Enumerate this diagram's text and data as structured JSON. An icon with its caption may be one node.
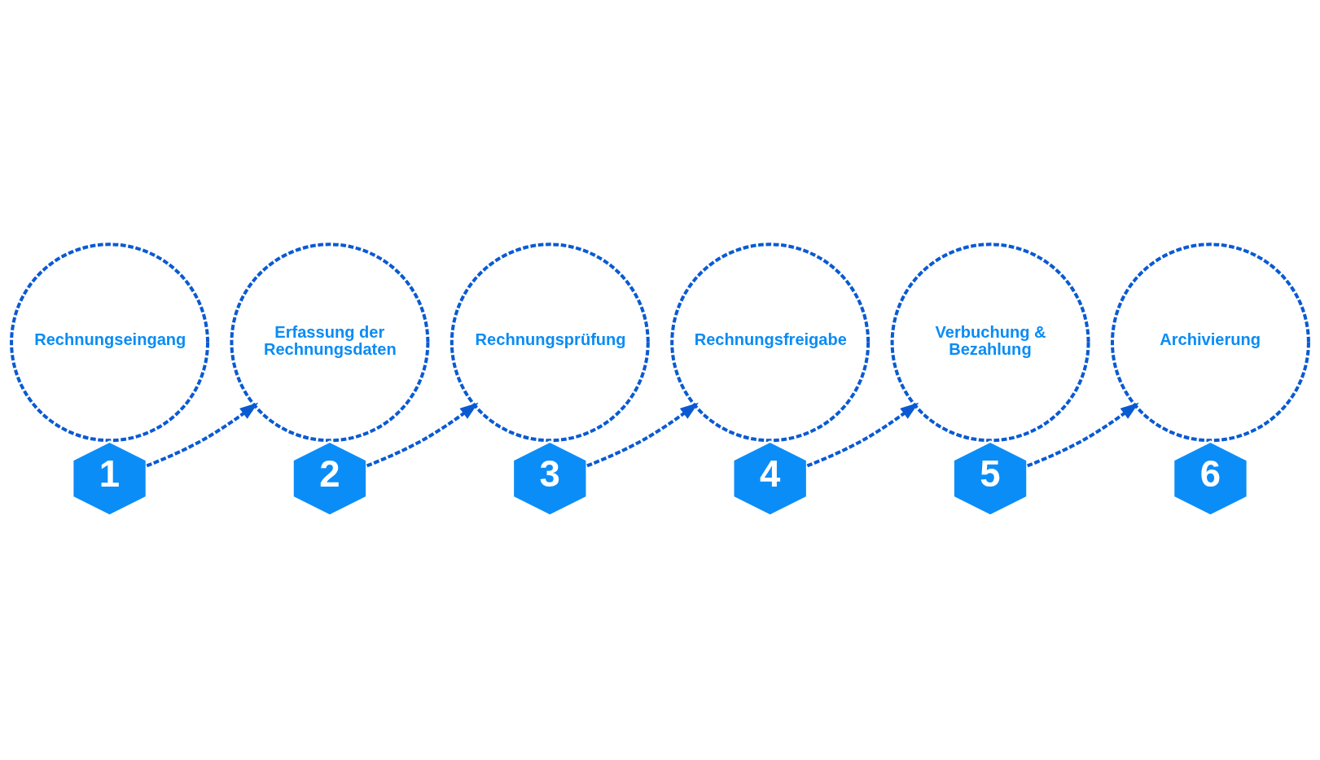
{
  "diagram": {
    "nodes": [
      {
        "text": [
          "Rechnungseingang"
        ]
      },
      {
        "text": [
          "1"
        ]
      },
      {
        "text": [
          "Erfassung der Rechnungsdaten"
        ]
      },
      {
        "text": [
          "2"
        ]
      },
      {
        "text": [
          "Rechnungsprüfung"
        ]
      },
      {
        "text": [
          "3"
        ]
      },
      {
        "text": [
          "Rechnungsfreigabe"
        ]
      },
      {
        "text": [
          "4"
        ]
      },
      {
        "text": [
          "Verbuchung & Bezahlung"
        ]
      },
      {
        "text": [
          "5"
        ]
      },
      {
        "text": [
          "Archivierung"
        ]
      },
      {
        "text": [
          "6"
        ]
      }
    ],
    "edges": [
      {
        "from": 1,
        "to": 2,
        "arrow": "to",
        "style": "dashed"
      },
      {
        "from": 3,
        "to": 4,
        "arrow": "to",
        "style": "dashed"
      },
      {
        "from": 5,
        "to": 6,
        "arrow": "to",
        "style": "dashed"
      },
      {
        "from": 7,
        "to": 8,
        "arrow": "to",
        "style": "dashed"
      },
      {
        "from": 9,
        "to": 10,
        "arrow": "to",
        "style": "dashed"
      }
    ]
  }
}
